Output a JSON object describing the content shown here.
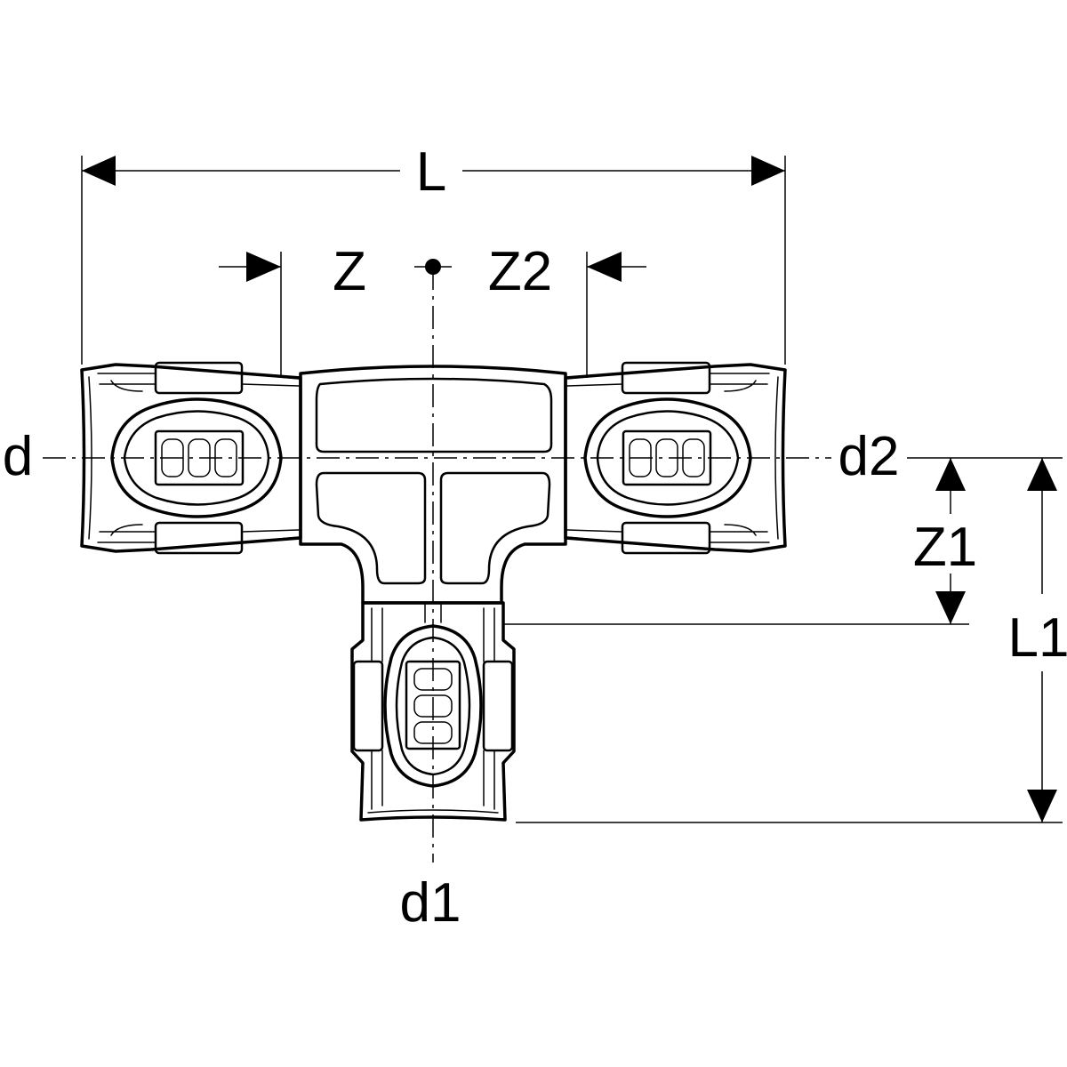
{
  "labels": {
    "L": "L",
    "Z": "Z",
    "Z2": "Z2",
    "d": "d",
    "d2": "d2",
    "Z1": "Z1",
    "L1": "L1",
    "d1": "d1"
  }
}
